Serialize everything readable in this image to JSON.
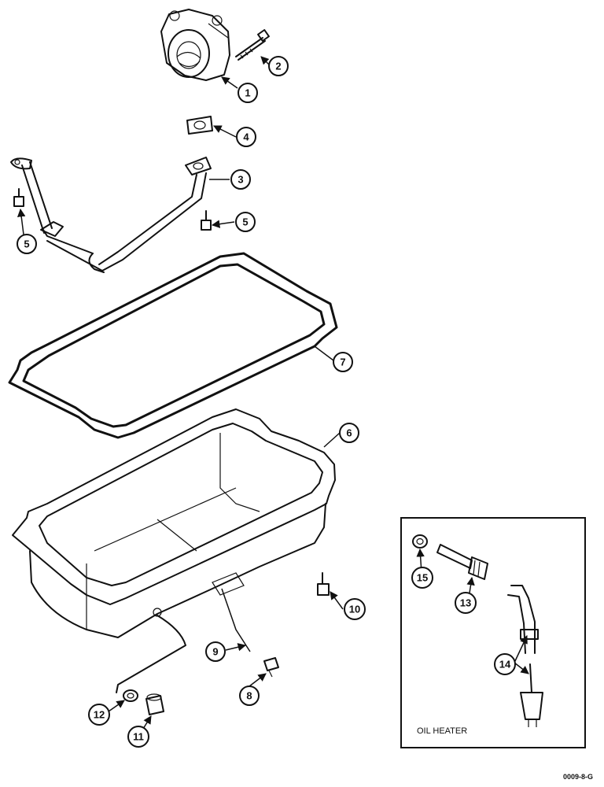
{
  "callouts": {
    "c1": "1",
    "c2": "2",
    "c3": "3",
    "c4": "4",
    "c5a": "5",
    "c5b": "5",
    "c6": "6",
    "c7": "7",
    "c8": "8",
    "c9": "9",
    "c10": "10",
    "c11": "11",
    "c12": "12",
    "c13": "13",
    "c14": "14",
    "c15": "15"
  },
  "inset_title": "OIL HEATER",
  "drawing_code": "0009-8-G"
}
